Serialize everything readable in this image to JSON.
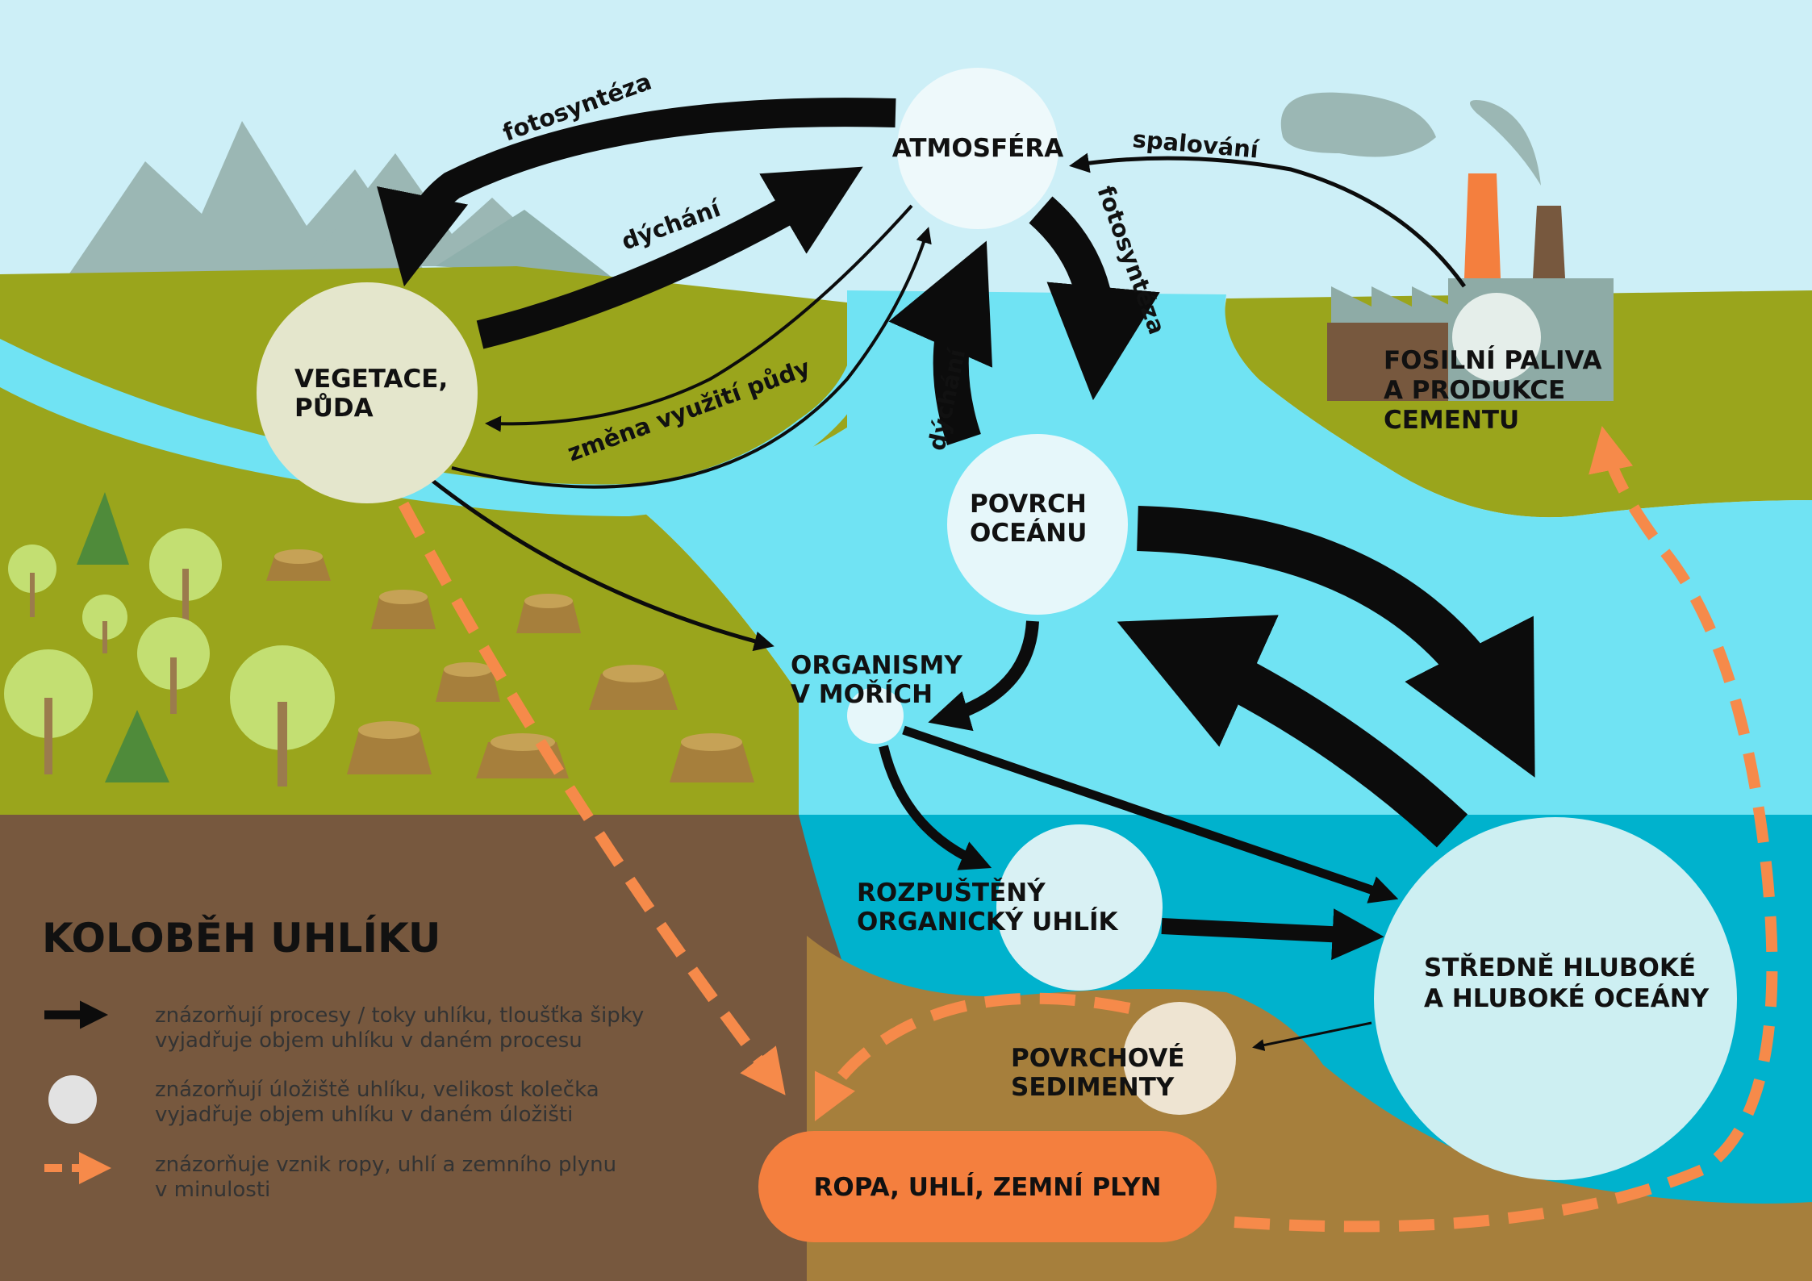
{
  "title": "KOLOBĚH UHLÍKU",
  "colors": {
    "sky": "#cdeff7",
    "land": "#9aa51c",
    "ocean_surface": "#70e3f3",
    "ocean_deep": "#00b2cd",
    "earth": "#77583e",
    "sediment": "#a67f3c",
    "flow_arrow": "#0c0c0c",
    "fossil_arrow": "#f68a4a",
    "fossil_box": "#f47f3e"
  },
  "nodes": {
    "atmosphere": "ATMOSFÉRA",
    "vegetation": [
      "VEGETACE,",
      "PŮDA"
    ],
    "ocean_surface": [
      "POVRCH",
      "OCEÁNU"
    ],
    "marine_organisms": [
      "ORGANISMY",
      "V MOŘÍCH"
    ],
    "dissolved_carbon": [
      "ROZPUŠTĚNÝ",
      "ORGANICKÝ UHLÍK"
    ],
    "deep_ocean": [
      "STŘEDNĚ HLUBOKÉ",
      "A HLUBOKÉ OCEÁNY"
    ],
    "sediments": [
      "POVRCHOVÉ",
      "SEDIMENTY"
    ],
    "fossil_fuels": [
      "FOSILNÍ PALIVA",
      "A PRODUKCE",
      "CEMENTU"
    ],
    "oil_coal_gas": "ROPA, UHLÍ, ZEMNÍ PLYN"
  },
  "processes": {
    "photosynthesis_land": "fotosyntéza",
    "respiration_land": "dýchání",
    "land_use_change": "změna využití půdy",
    "combustion": "spalování",
    "photosynthesis_ocean": "fotosyntéza",
    "respiration_ocean": "dýchání"
  },
  "legend": {
    "arrow": [
      "znázorňují procesy / toky uhlíku, tloušťka šipky",
      "vyjadřuje objem uhlíku v daném procesu"
    ],
    "circle": [
      "znázorňují úložiště uhlíku, velikost kolečka",
      "vyjadřuje objem uhlíku v daném úložišti"
    ],
    "dashed": [
      "znázorňuje vznik ropy, uhlí a zemního plynu",
      "v minulosti"
    ]
  }
}
